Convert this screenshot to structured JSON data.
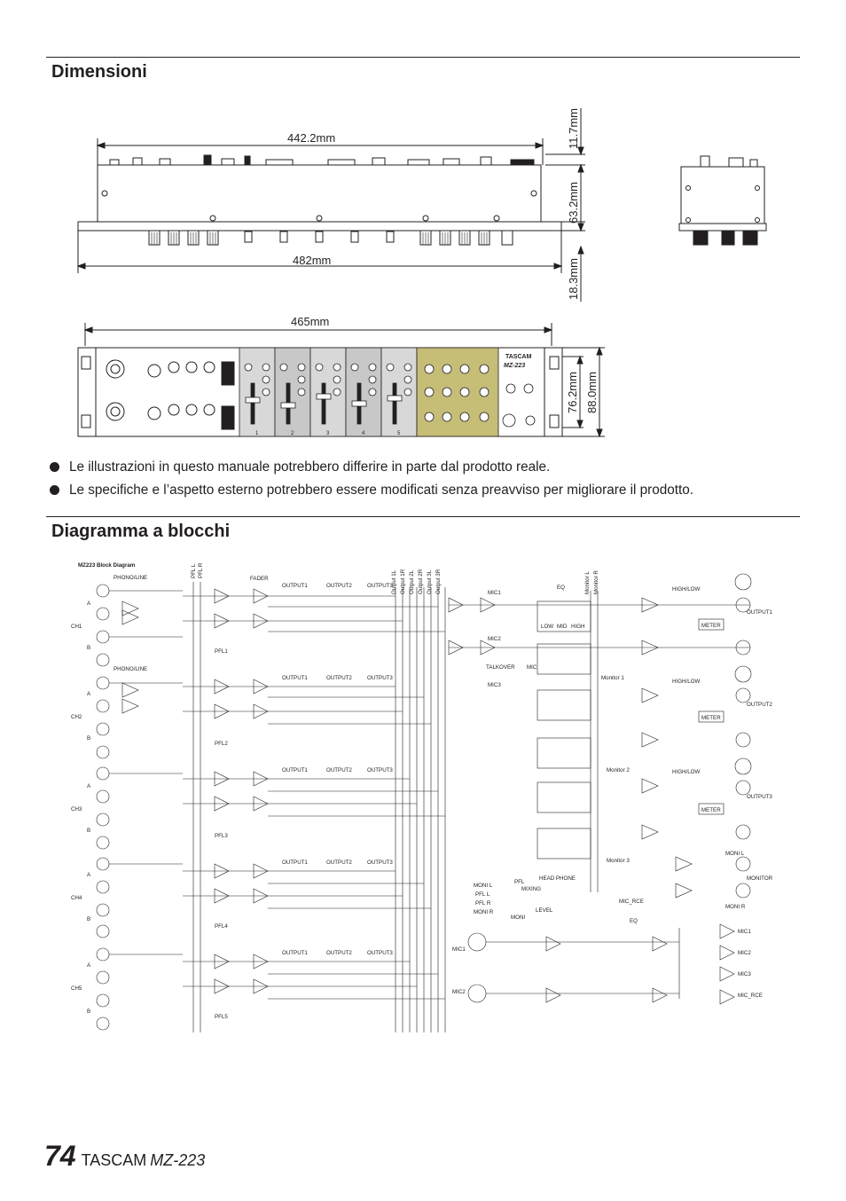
{
  "sections": {
    "dimensions_title": "Dimensioni",
    "block_title": "Diagramma a blocchi"
  },
  "dimensions": {
    "depth_top": "442.2mm",
    "width_total": "482mm",
    "width_face": "465mm",
    "knob_height": "11.7mm",
    "body_depth": "63.2mm",
    "front_depth": "18.3mm",
    "panel_inner_height": "76.2mm",
    "panel_height": "88.0mm"
  },
  "panel": {
    "brand": "TASCAM",
    "model": "MZ-223",
    "channel_numbers": [
      "1",
      "2",
      "3",
      "4",
      "5"
    ]
  },
  "notes": [
    "Le illustrazioni in questo manuale potrebbero differire in parte dal prodotto reale.",
    "Le specifiche e l’aspetto esterno potrebbero essere modificati senza preavviso per migliorare il prodotto."
  ],
  "block_diagram": {
    "title": "MZ223 Block Diagram",
    "phono_line": "PHONO/LINE",
    "fader": "FADER",
    "pfl_l": "PFL L",
    "pfl_r": "PFL R",
    "jack_a": "A",
    "jack_b": "B",
    "channels": [
      {
        "name": "CH1",
        "pfl": "PFL1",
        "outputs": [
          "OUTPUT1",
          "OUTPUT2",
          "OUTPUT3"
        ]
      },
      {
        "name": "CH2",
        "pfl": "PFL2",
        "outputs": [
          "OUTPUT1",
          "OUTPUT2",
          "OUTPUT3"
        ]
      },
      {
        "name": "CH3",
        "pfl": "PFL3",
        "outputs": [
          "OUTPUT1",
          "OUTPUT2",
          "OUTPUT3"
        ]
      },
      {
        "name": "CH4",
        "pfl": "PFL4",
        "outputs": [
          "OUTPUT1",
          "OUTPUT2",
          "OUTPUT3"
        ]
      },
      {
        "name": "CH5",
        "pfl": "PFL5",
        "outputs": [
          "OUTPUT1",
          "OUTPUT2",
          "OUTPUT3"
        ]
      }
    ],
    "bus_labels": [
      "Output 1L",
      "Output 1R",
      "Output 2L",
      "Output 2R",
      "Output 3L",
      "Output 3R"
    ],
    "monitor_bus": [
      "Monitor L",
      "Monitor R"
    ],
    "eq": "EQ",
    "eq_bands": [
      "LOW",
      "MID",
      "HIGH"
    ],
    "high_low": "HIGH/LOW",
    "meter": "METER",
    "talkover": "TALKOVER",
    "mic_label": "MIC",
    "mic_small": [
      "MIC1",
      "MIC2",
      "MIC3"
    ],
    "out_jacks": [
      "OUTPUT1",
      "OUTPUT2",
      "OUTPUT3"
    ],
    "monitors": [
      "Monitor 1",
      "Monitor 2",
      "Monitor 3"
    ],
    "monitor_out": "MONITOR",
    "mon_l": "MONI L",
    "mon_r": "MONI R",
    "mic_rce": "MIC_RCE",
    "headphone": "HEAD PHONE",
    "hp_inputs": [
      "MONI L",
      "PFL L",
      "PFL R",
      "MONI R"
    ],
    "pfl": "PFL",
    "mixing": "MIXING",
    "moni": "MONI",
    "level": "LEVEL",
    "mic_inputs": [
      "MIC1",
      "MIC2"
    ],
    "mic_outs": [
      "MIC1",
      "MIC2",
      "MIC3",
      "MIC_RCE"
    ]
  },
  "footer": {
    "page_number": "74",
    "brand": "TASCAM",
    "model": "MZ-223"
  }
}
